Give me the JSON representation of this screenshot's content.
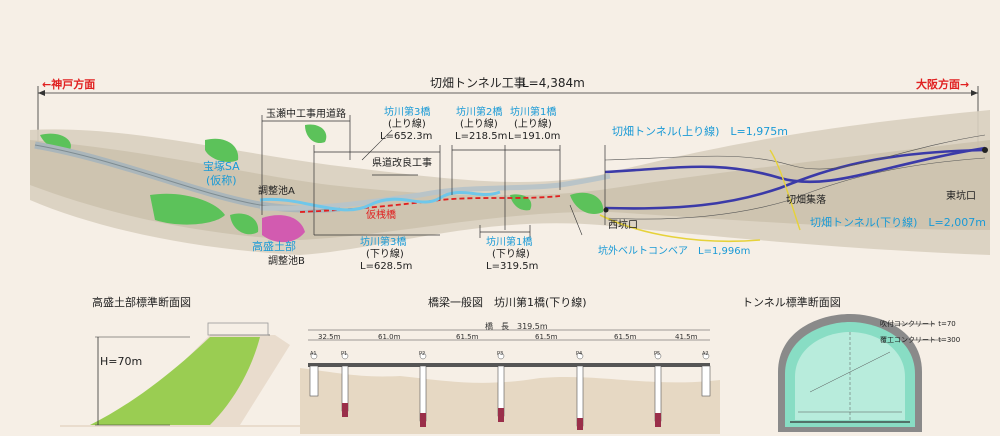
{
  "header": {
    "left_direction": "←神戸方面",
    "right_direction": "大阪方面→",
    "title": "切畑トンネル工事",
    "length": "L=4,384m"
  },
  "plan": {
    "tamase_road": "玉瀬中工事用道路",
    "bousen3_up": [
      "坊川第3橋",
      "(上り線)",
      "L=652.3m"
    ],
    "bousen2_up": [
      "坊川第2橋",
      "(上り線)",
      "L=218.5m"
    ],
    "bousen1_up": [
      "坊川第1橋",
      "(上り線)",
      "L=191.0m"
    ],
    "kendo": "県道改良工事",
    "takarazuka_sa": [
      "宝塚SA",
      "(仮称)"
    ],
    "pond_a": "調整池A",
    "pond_b": "調整池B",
    "takamori": "高盛土部",
    "karisan": "仮桟橋",
    "bousen3_down": [
      "坊川第3橋",
      "(下り線)",
      "L=628.5m"
    ],
    "bousen1_down": [
      "坊川第1橋",
      "(下り線)",
      "L=319.5m"
    ],
    "tunnel_up": "切畑トンネル(上り線)　L=1,975m",
    "tunnel_down": "切畑トンネル(下り線)　L=2,007m",
    "east_portal": "東坑口",
    "west_portal": "西坑口",
    "kiribata_village": "切畑集落",
    "belt_conveyor": "坑外ベルトコンベア　L=1,996m"
  },
  "embankment": {
    "title": "高盛土部標準断面図",
    "height": "H=70m"
  },
  "bridge": {
    "title": "橋梁一般図　坊川第1橋(下り線)",
    "total": "橋　長　319.5m",
    "spans": [
      "32.5m",
      "61.0m",
      "61.5m",
      "61.5m",
      "61.5m",
      "41.5m"
    ],
    "piers": [
      "A1",
      "P1",
      "P2",
      "P3",
      "P4",
      "P5",
      "A2"
    ]
  },
  "tunnel_section": {
    "title": "トンネル標準断面図",
    "shotcrete": "吹付コンクリート t=70",
    "lining": "覆工コンクリート t=300"
  },
  "colors": {
    "blue_label": "#1a9ad6",
    "red_label": "#e02020",
    "tunnel_line": "#3b3aa8",
    "road": "#b9c4c8",
    "green_area": "#5cc25a"
  }
}
